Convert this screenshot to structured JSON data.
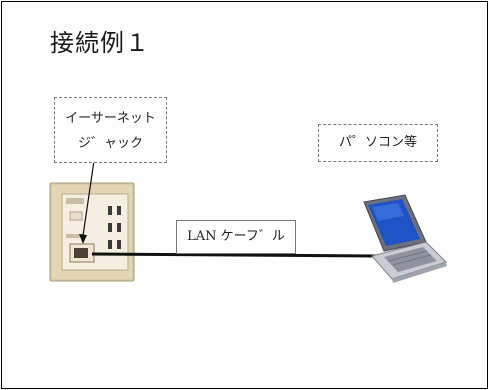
{
  "title": "接続例１",
  "jack_label": {
    "line1": "イーサーネット",
    "line2": "ジ゛ャック"
  },
  "pc_label": "パ゜ソコン等",
  "cable_label": "LAN ケーフ゛ル",
  "colors": {
    "frame": "#000000",
    "dash_border": "#7a7a7a",
    "cable": "#111111",
    "wall_plate": "#d6c7a3",
    "laptop_screen": "#1f52c4"
  },
  "icons": [
    "wall-outlet-icon",
    "ethernet-jack-icon",
    "laptop-icon"
  ]
}
